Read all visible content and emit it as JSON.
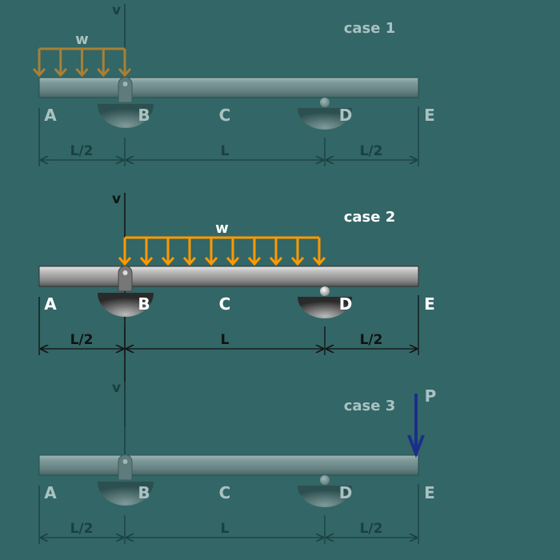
{
  "colors": {
    "background": "#336666",
    "load": "#ff9900",
    "point_load": "#0a1f9e",
    "beam": "#9a9a9a"
  },
  "cases": [
    {
      "title": "case 1",
      "active": false,
      "axis_label": "v",
      "load": {
        "type": "distributed",
        "label": "w",
        "from": "A",
        "to": "B"
      },
      "points": [
        "A",
        "B",
        "C",
        "D",
        "E"
      ],
      "dims": [
        "L/2",
        "L",
        "L/2"
      ]
    },
    {
      "title": "case 2",
      "active": true,
      "axis_label": "v",
      "load": {
        "type": "distributed",
        "label": "w",
        "from": "B",
        "to": "D"
      },
      "points": [
        "A",
        "B",
        "C",
        "D",
        "E"
      ],
      "dims": [
        "L/2",
        "L",
        "L/2"
      ]
    },
    {
      "title": "case 3",
      "active": false,
      "axis_label": "v",
      "load": {
        "type": "point",
        "label": "P",
        "at": "E"
      },
      "points": [
        "A",
        "B",
        "C",
        "D",
        "E"
      ],
      "dims": [
        "L/2",
        "L",
        "L/2"
      ]
    }
  ]
}
